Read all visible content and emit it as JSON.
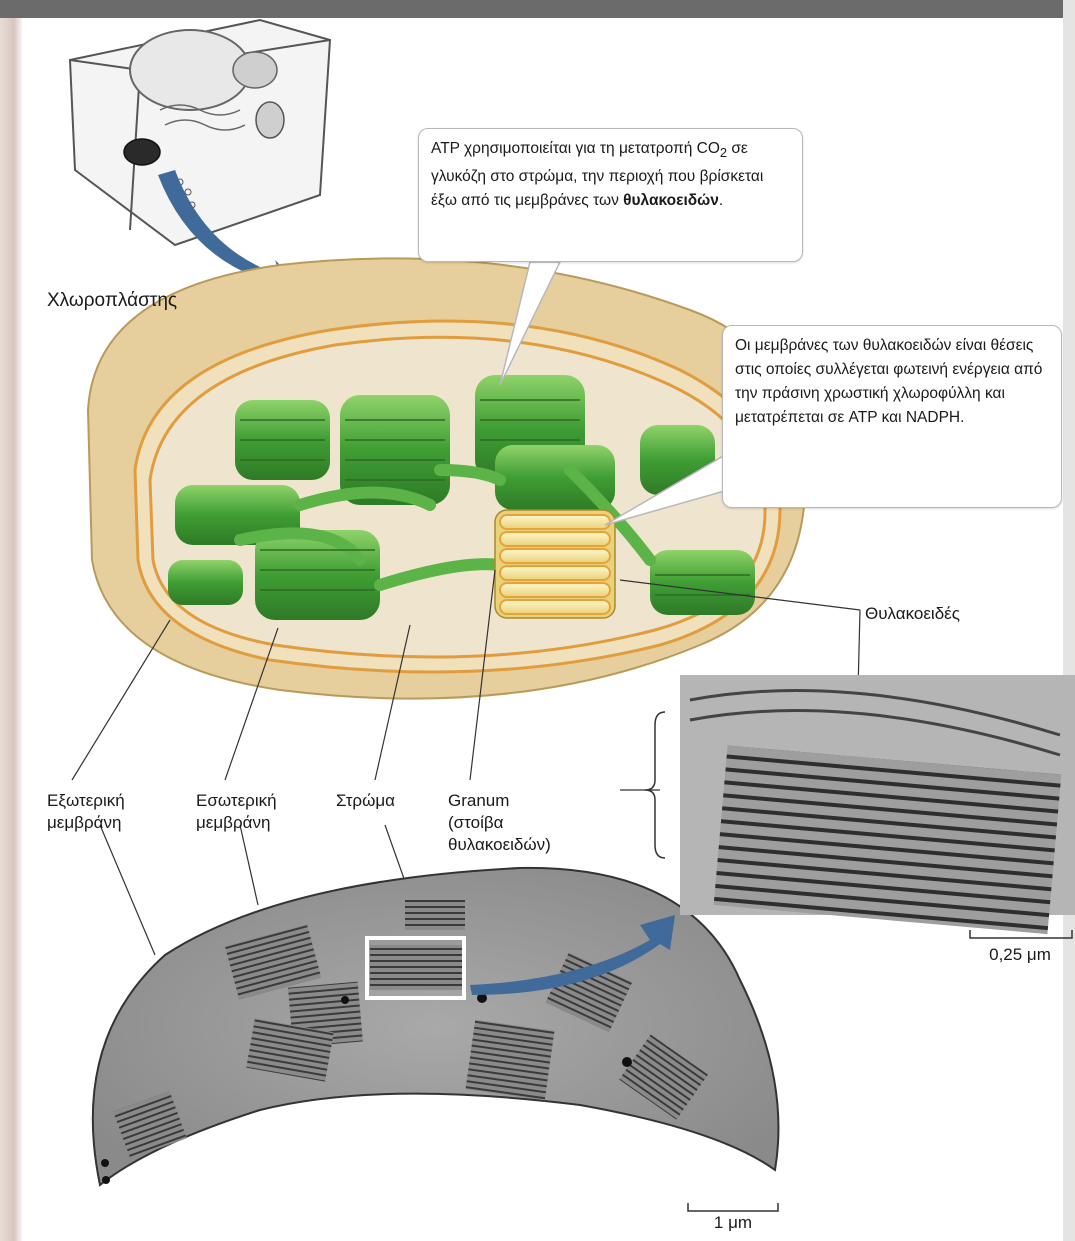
{
  "labels": {
    "chloroplast": "Χλωροπλάστης",
    "outer_membrane": "Εξωτερική\nμεμβράνη",
    "inner_membrane": "Εσωτερική\nμεμβράνη",
    "stroma": "Στρώμα",
    "granum": "Granum\n(στοίβα\nθυλακοειδών)",
    "thylakoids": "Θυλακοειδές"
  },
  "callouts": {
    "atp_part1": "ATP χρησιμοποιείται για τη μετατροπή CO",
    "atp_sub": "2",
    "atp_part2": " σε γλυκόζη στο στρώμα, την περιοχή που βρίσκεται έξω από τις μεμβράνες των ",
    "atp_bold": "θυλακοειδών",
    "atp_end": ".",
    "thylakoid_membranes": "Οι μεμβράνες των θυλακοειδών είναι θέσεις στις οποίες συλλέγεται φωτεινή ενέργεια από την πράσινη χρωστική χλωροφύλλη και μετατρέπεται σε ATP και NADPH."
  },
  "scale_bars": {
    "micrograph_small": "0,25 μm",
    "micrograph_large": "1 μm"
  },
  "colors": {
    "grana_green": "#4fa83a",
    "chloroplast_envelope": "#e6cf9c",
    "arrow_blue": "#3f6a9a"
  }
}
